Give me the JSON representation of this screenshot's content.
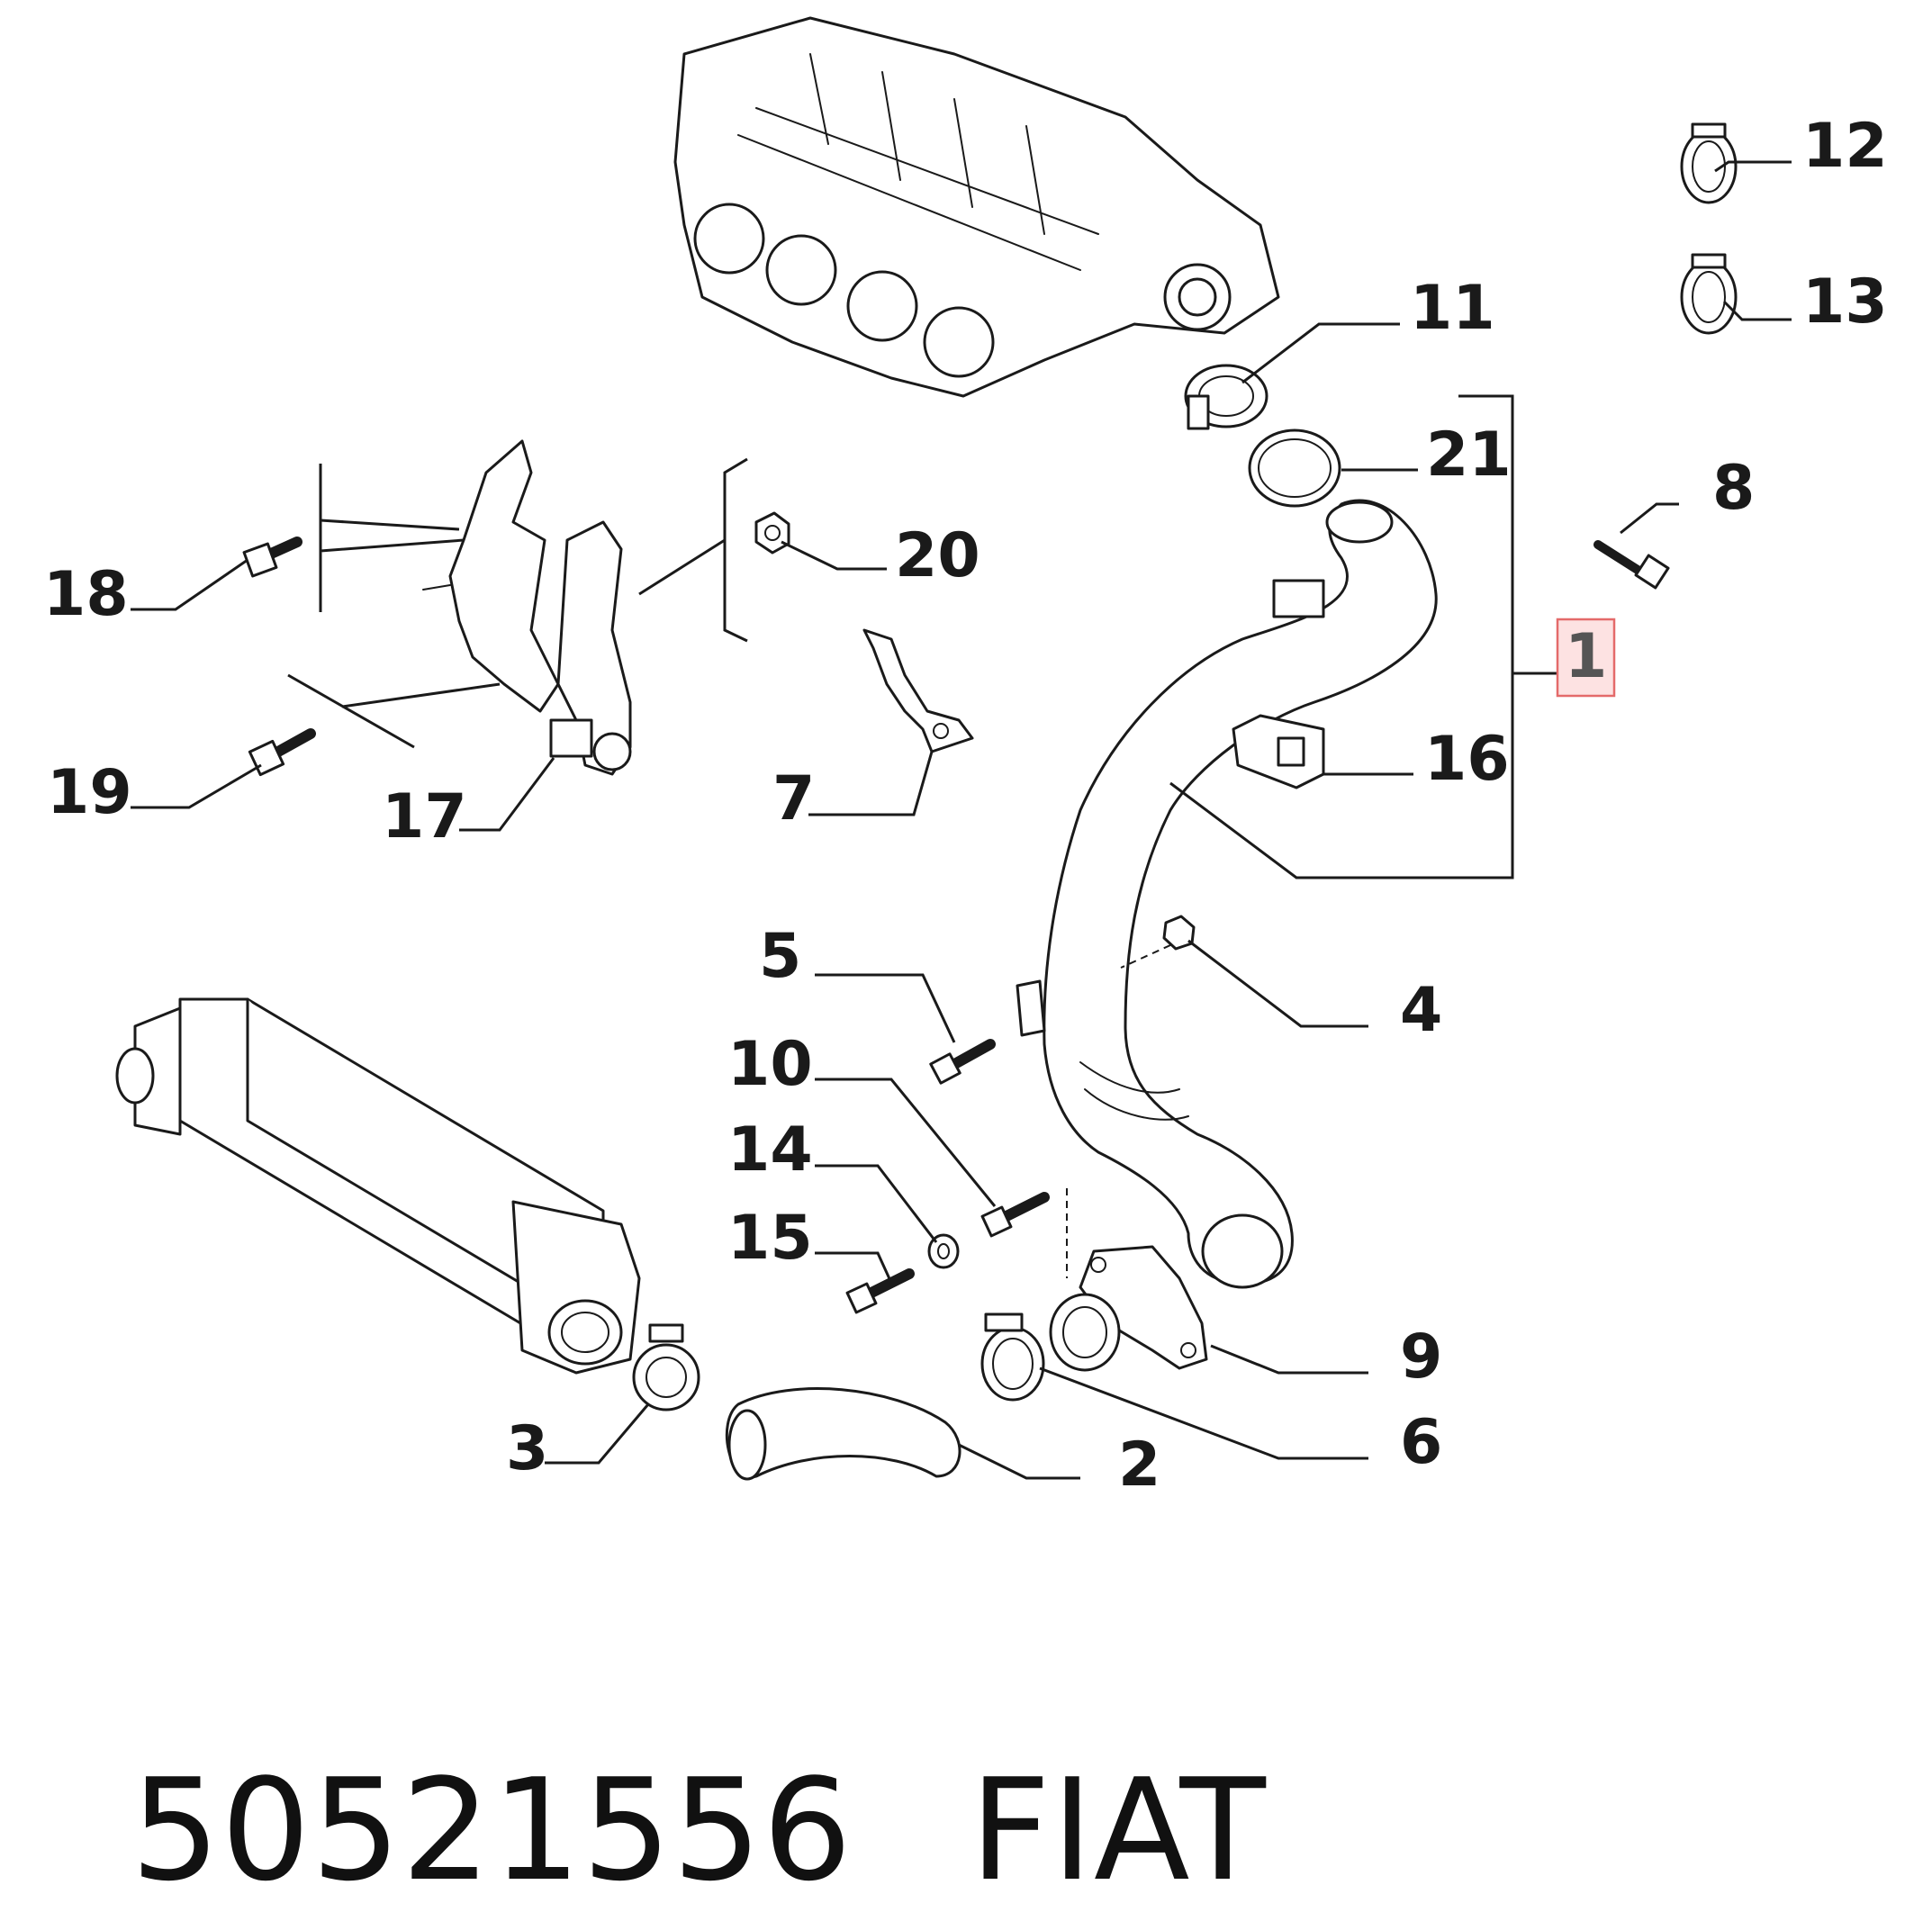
{
  "callouts": {
    "c1": "1",
    "c2": "2",
    "c3": "3",
    "c4": "4",
    "c5": "5",
    "c6": "6",
    "c7": "7",
    "c8": "8",
    "c9": "9",
    "c10": "10",
    "c11": "11",
    "c12": "12",
    "c13": "13",
    "c14": "14",
    "c15": "15",
    "c16": "16",
    "c17": "17",
    "c18": "18",
    "c19": "19",
    "c20": "20",
    "c21": "21"
  },
  "highlighted_callout": "1",
  "footer": {
    "part_number": "50521556",
    "brand": "FIAT"
  },
  "colors": {
    "line": "#1a1a1a",
    "highlight_fill": "#fde2e2",
    "highlight_border": "#e46a6a"
  }
}
